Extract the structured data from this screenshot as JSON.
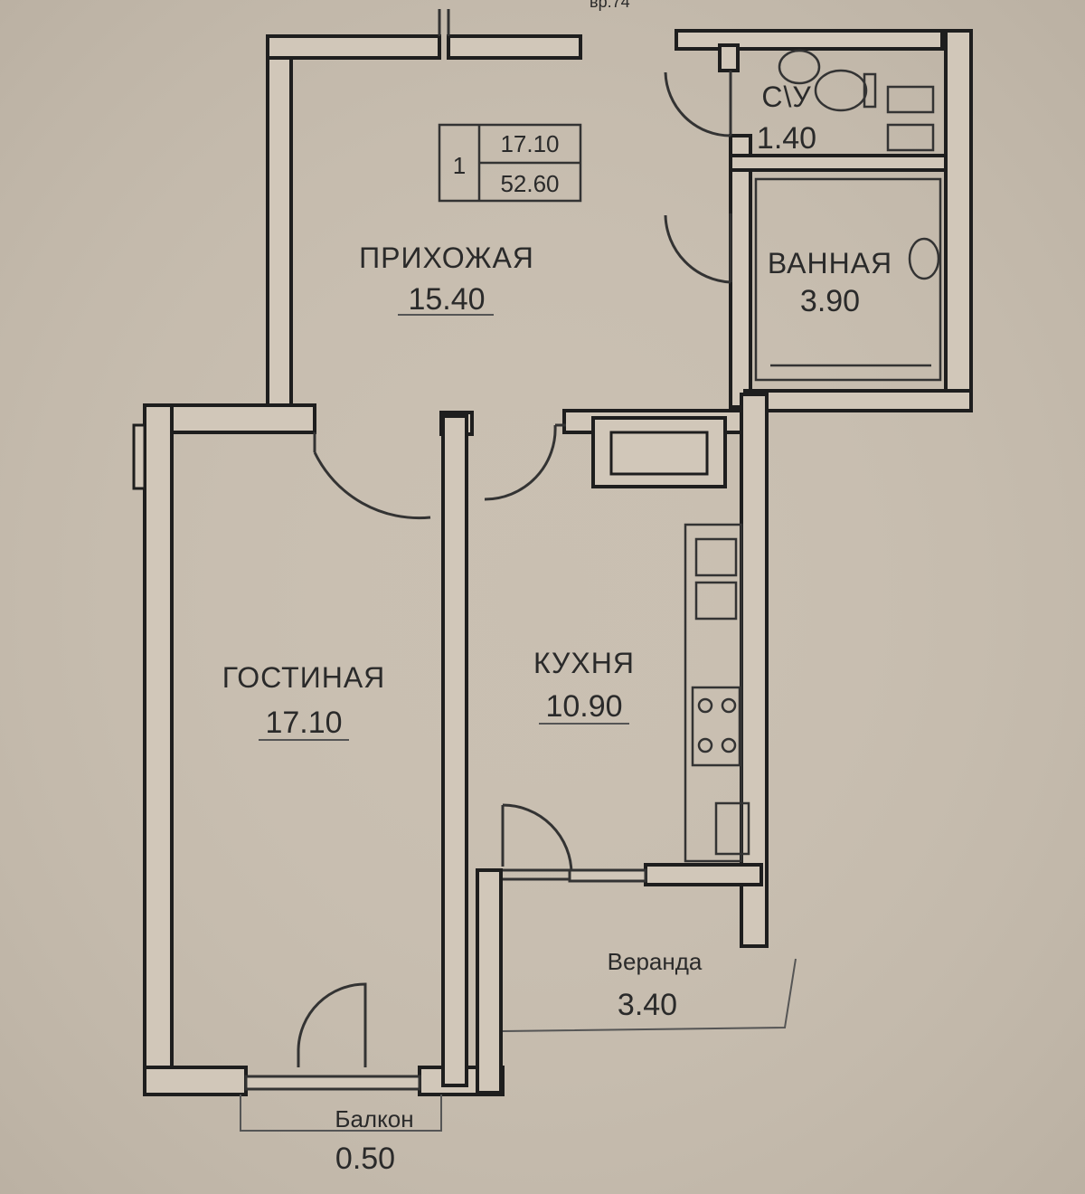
{
  "colors": {
    "paper": "#c9bfb1",
    "wall_fill": "#d1c7b9",
    "wall_stroke": "#1e1e1e",
    "line": "#444444",
    "text": "#2a2a2a"
  },
  "header_fragment": "вр.74",
  "summary": {
    "rooms": "1",
    "living_area": "17.10",
    "total_area": "52.60"
  },
  "rooms": {
    "hallway": {
      "name": "ПРИХОЖАЯ",
      "area": "15.40"
    },
    "wc": {
      "name": "С\\У",
      "area": "1.40"
    },
    "bathroom": {
      "name": "ВАННАЯ",
      "area": "3.90"
    },
    "living_room": {
      "name": "ГОСТИНАЯ",
      "area": "17.10"
    },
    "kitchen": {
      "name": "КУХНЯ",
      "area": "10.90"
    },
    "veranda": {
      "name": "Веранда",
      "area": "3.40"
    },
    "balcony": {
      "name": "Балкон",
      "area": "0.50"
    }
  }
}
